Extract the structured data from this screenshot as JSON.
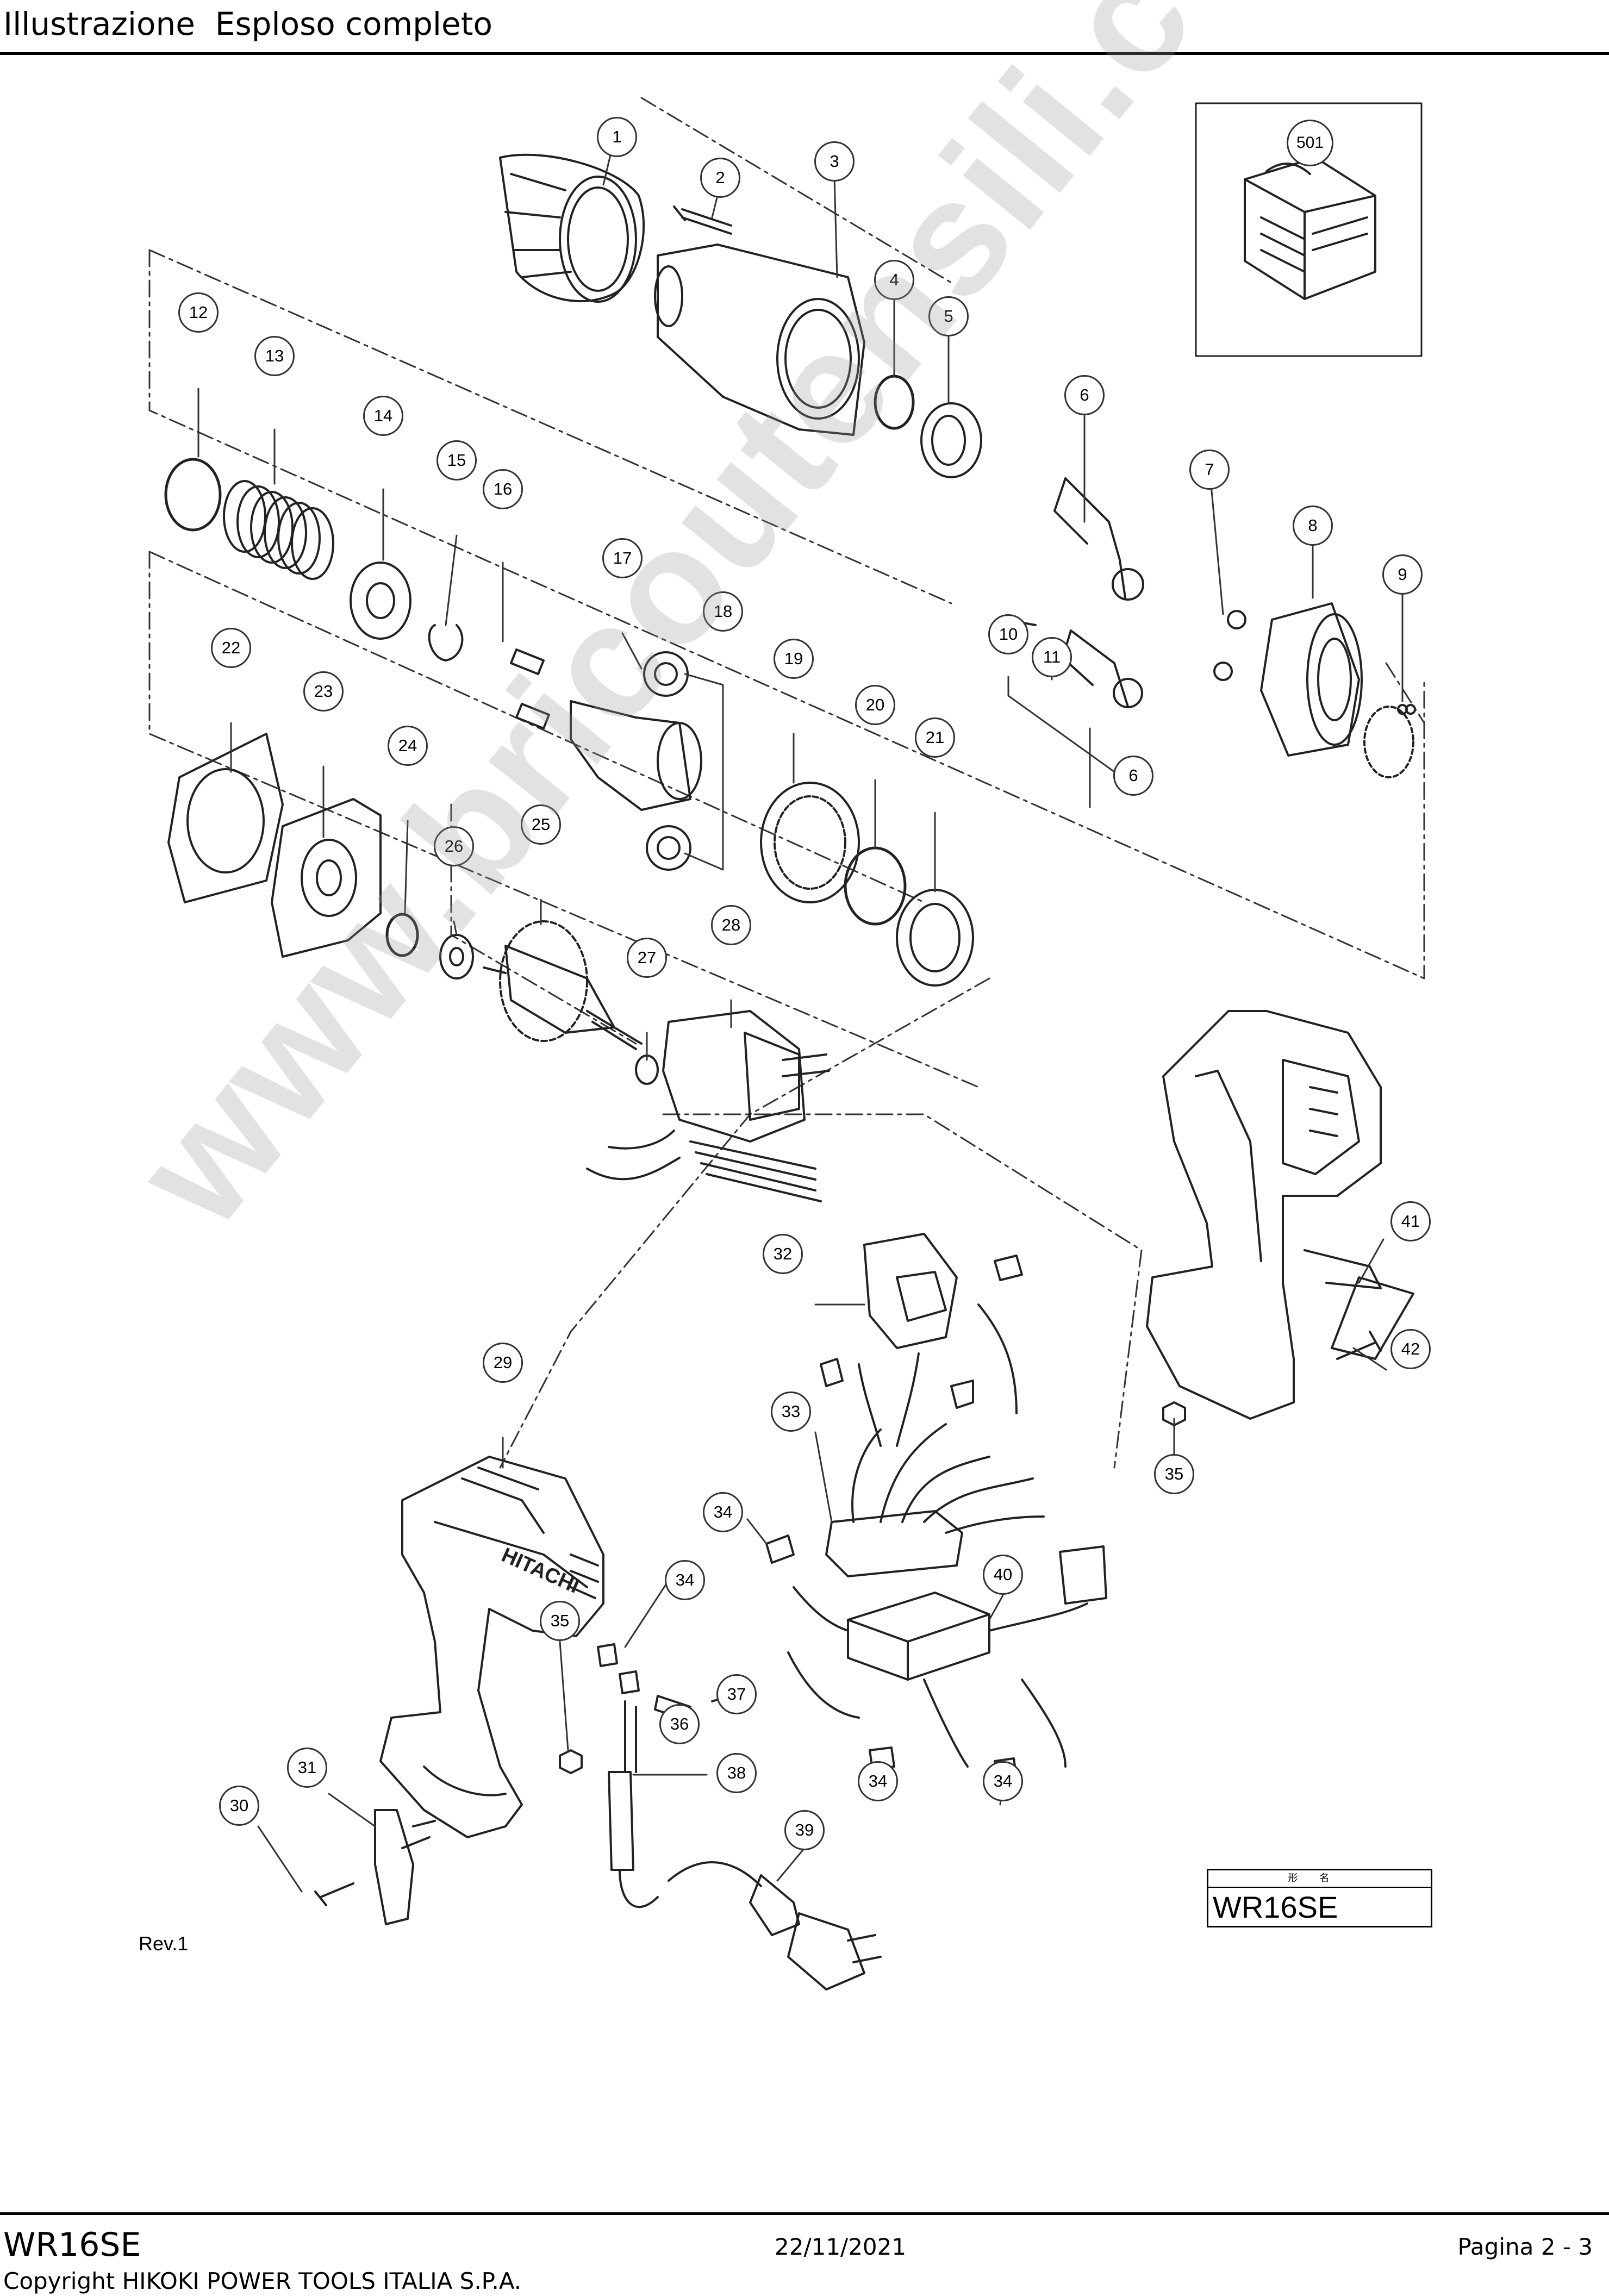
{
  "header": {
    "title": "Illustrazione  Esploso completo"
  },
  "diagram": {
    "callouts": [
      {
        "label": "1"
      },
      {
        "label": "2"
      },
      {
        "label": "3"
      },
      {
        "label": "4"
      },
      {
        "label": "5"
      },
      {
        "label": "6"
      },
      {
        "label": "6"
      },
      {
        "label": "7"
      },
      {
        "label": "8"
      },
      {
        "label": "9"
      },
      {
        "label": "10"
      },
      {
        "label": "11"
      },
      {
        "label": "12"
      },
      {
        "label": "13"
      },
      {
        "label": "14"
      },
      {
        "label": "15"
      },
      {
        "label": "16"
      },
      {
        "label": "17"
      },
      {
        "label": "18"
      },
      {
        "label": "19"
      },
      {
        "label": "20"
      },
      {
        "label": "21"
      },
      {
        "label": "22"
      },
      {
        "label": "23"
      },
      {
        "label": "24"
      },
      {
        "label": "25"
      },
      {
        "label": "26"
      },
      {
        "label": "27"
      },
      {
        "label": "28"
      },
      {
        "label": "29"
      },
      {
        "label": "30"
      },
      {
        "label": "31"
      },
      {
        "label": "32"
      },
      {
        "label": "33"
      },
      {
        "label": "34"
      },
      {
        "label": "34"
      },
      {
        "label": "34"
      },
      {
        "label": "34"
      },
      {
        "label": "35"
      },
      {
        "label": "35"
      },
      {
        "label": "36"
      },
      {
        "label": "37"
      },
      {
        "label": "38"
      },
      {
        "label": "39"
      },
      {
        "label": "40"
      },
      {
        "label": "41"
      },
      {
        "label": "42"
      },
      {
        "label": "501"
      }
    ],
    "housing_brand": "HITACHI",
    "revision": "Rev.1",
    "model_box": {
      "caption": "形名",
      "model": "WR16SE"
    },
    "watermark": "www.bricoutensili.com"
  },
  "footer": {
    "model": "WR16SE",
    "date": "22/11/2021",
    "page": "Pagina 2 - 3",
    "copyright": "Copyright HIKOKI POWER TOOLS ITALIA S.P.A."
  }
}
